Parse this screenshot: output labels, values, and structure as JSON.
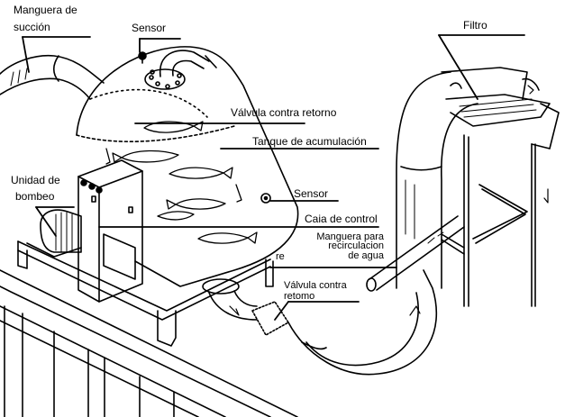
{
  "diagram": {
    "title": "",
    "colors": {
      "ink": "#000000",
      "background": "#ffffff"
    },
    "labels": {
      "suction_hose": "Manguera de succión",
      "suction_hose_line1": "Manguera de",
      "suction_hose_line2": "succión",
      "sensor_top": "Sensor",
      "filter": "Filtro",
      "check_valve_top": "Válvula contra retorno",
      "storage_tank": "Tanque de acumulación",
      "pump_unit_line1": "Unidad de",
      "pump_unit_line2": "bombeo",
      "sensor_side": "Sensor",
      "control_box": "Caia de control",
      "recirc_hose_line1": "Manguera para",
      "recirc_hose_line2": "recirculacion",
      "recirc_hose_line3": "de agua",
      "check_valve_bottom_line1": "Válvula contra",
      "check_valve_bottom_line2": "retomo",
      "stray_mark": "re"
    },
    "components": [
      "suction-hose",
      "sensor-top",
      "storage-tank",
      "check-valve-top",
      "fish",
      "control-box",
      "pump-unit",
      "sensor-side",
      "recirculation-hose",
      "check-valve-bottom",
      "filter",
      "filter-stand",
      "fence"
    ]
  }
}
